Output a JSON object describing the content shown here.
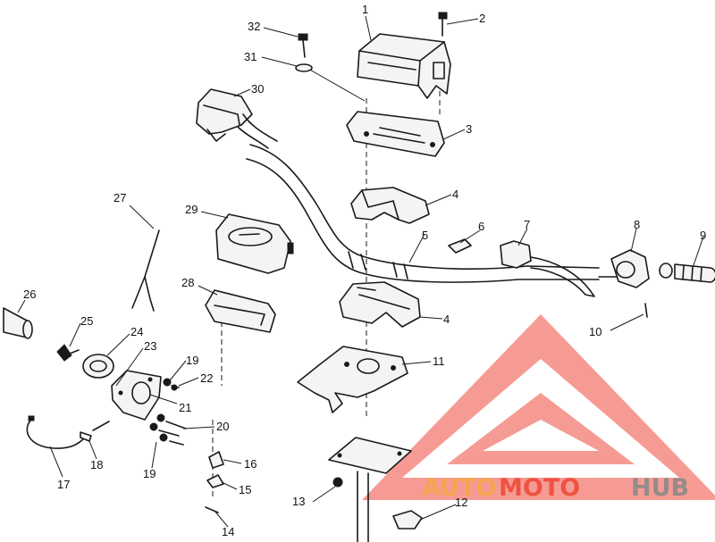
{
  "callouts": [
    "1",
    "2",
    "3",
    "4",
    "5",
    "6",
    "7",
    "8",
    "9",
    "10",
    "11",
    "12",
    "13",
    "14",
    "15",
    "16",
    "17",
    "18",
    "19",
    "20",
    "21",
    "22",
    "23",
    "24",
    "25",
    "26",
    "27",
    "28",
    "29",
    "30",
    "31",
    "32",
    "4",
    "19"
  ],
  "watermark": {
    "part1": "AUTO",
    "part2": "MOTO",
    "part3": "HUB",
    "color_light": "#f5a64a",
    "color_mid": "#ee4b3a",
    "color_dark": "#8a8a8a",
    "logo_color": "#f04a3c"
  }
}
